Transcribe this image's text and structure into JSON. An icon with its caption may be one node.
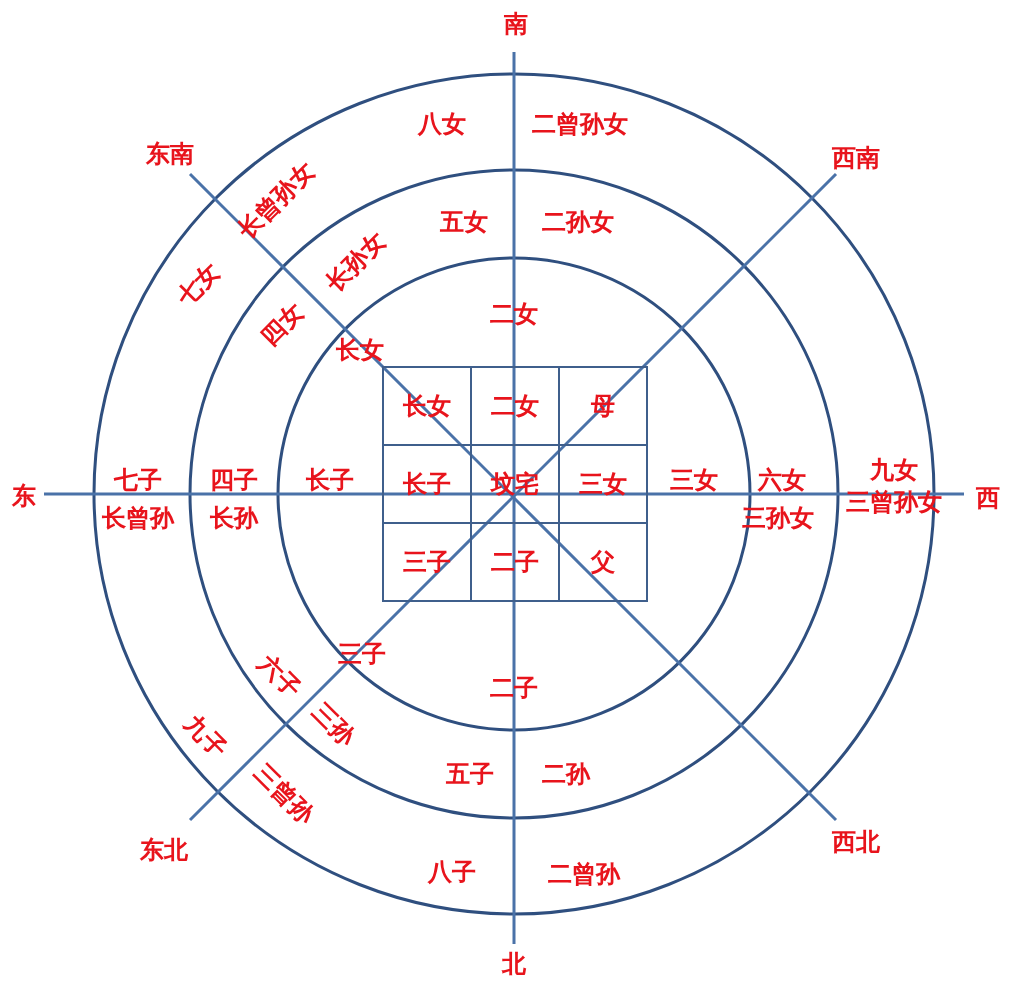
{
  "diagram": {
    "nodes": [
      {
        "text": [
          "长女"
        ]
      },
      {
        "text": [
          "二女"
        ]
      },
      {
        "text": [
          "母"
        ]
      },
      {
        "text": [
          "长子"
        ]
      },
      {
        "text": [
          "坟宅"
        ]
      },
      {
        "text": [
          "三女"
        ]
      },
      {
        "text": [
          "三子"
        ]
      },
      {
        "text": [
          "二子"
        ]
      },
      {
        "text": [
          "父"
        ]
      }
    ],
    "labels": [
      "南",
      "八女",
      "二曾孙女",
      "东南",
      "西南",
      "长曾孙女",
      "五女",
      "二孙女",
      "七女",
      "长孙女",
      "二女",
      "四女",
      "长女",
      "七子",
      "四子",
      "长子",
      "三女",
      "六女",
      "九女",
      "东",
      "西",
      "长曾孙",
      "长孙",
      "三孙女",
      "三曾孙女",
      "三子",
      "六子",
      "九子",
      "三孙",
      "二子",
      "三曾孙",
      "五子",
      "二孙",
      "东北",
      "西北",
      "八子",
      "二曾孙",
      "北"
    ]
  }
}
